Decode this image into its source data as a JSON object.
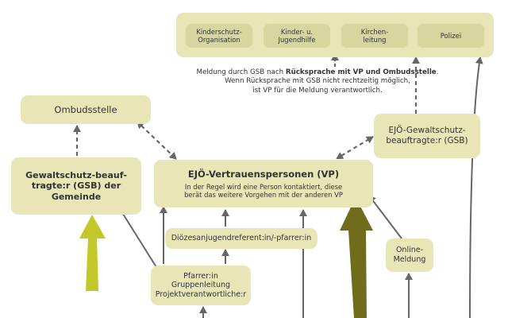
{
  "authorities": {
    "child_protection_org": "Kinderschutz-\nOrganisation",
    "youth_welfare": "Kinder- u.\nJugendhilfe",
    "church_leadership": "Kirchen-\nleitung",
    "police": "Polizei"
  },
  "report_note": {
    "line1_prefix": "Meldung durch GSB nach ",
    "line1_bold": "Rücksprache mit VP und Ombudsstelle",
    "line1_suffix": ".",
    "line2": "Wenn Rücksprache mit GSB nicht rechtzeitig möglich,",
    "line3": "ist VP für die Meldung verantwortlich."
  },
  "ombudsstelle": "Ombudsstelle",
  "gsb_diocese": "EJÖ-Gewaltschutz-\nbeauftragte:r (GSB)",
  "gsb_municipality": "Gewaltschutz-beauf-\ntragte:r (GSB) der\nGemeinde",
  "vp": {
    "title": "EJÖ-Vertrauenspersonen (VP)",
    "desc": "In der Regel wird eine Person kontaktiert, diese\nberät das weitere Vorgehen mit der anderen VP"
  },
  "youth_officer": "Diözesanjugendreferent:in/-pfarrer:in",
  "pastor": "Pfarrer:in\nGruppenleitung\nProjektverantwortliche:r",
  "online_report": "Online-\nMeldung",
  "colors": {
    "box": "#e8e6b7",
    "inner_box": "#d8d69f",
    "arrow_lime": "#c2c82a",
    "arrow_olive": "#6f6d1c",
    "connector": "#666666"
  }
}
